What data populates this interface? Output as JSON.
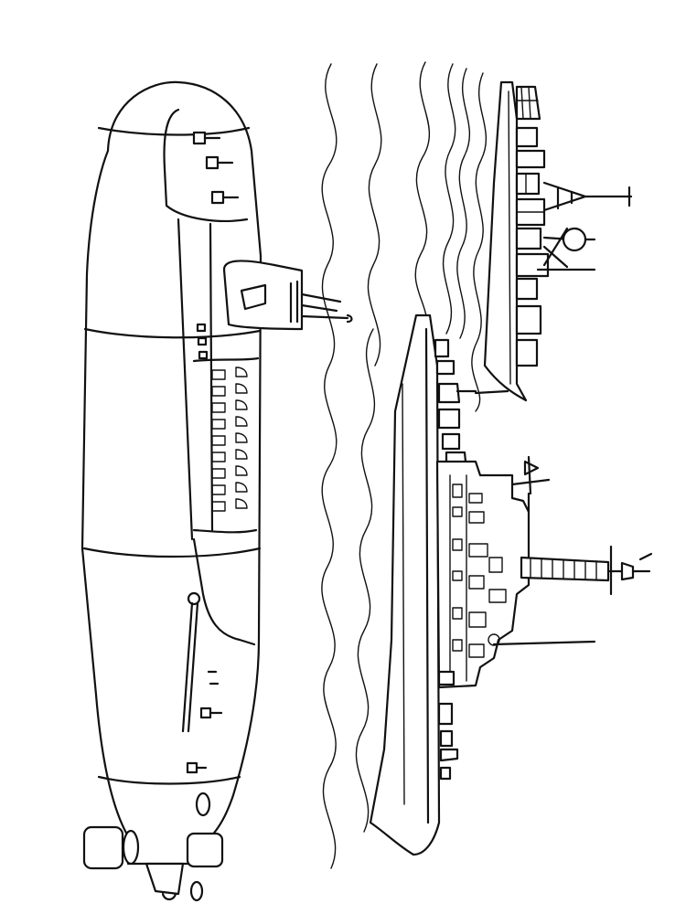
{
  "image": {
    "kind": "coloring-page line art",
    "subjects": [
      "submarine",
      "warship-front",
      "warship-back",
      "sea-waves"
    ],
    "colors": {
      "ink": "#111111",
      "paper": "#ffffff"
    }
  }
}
